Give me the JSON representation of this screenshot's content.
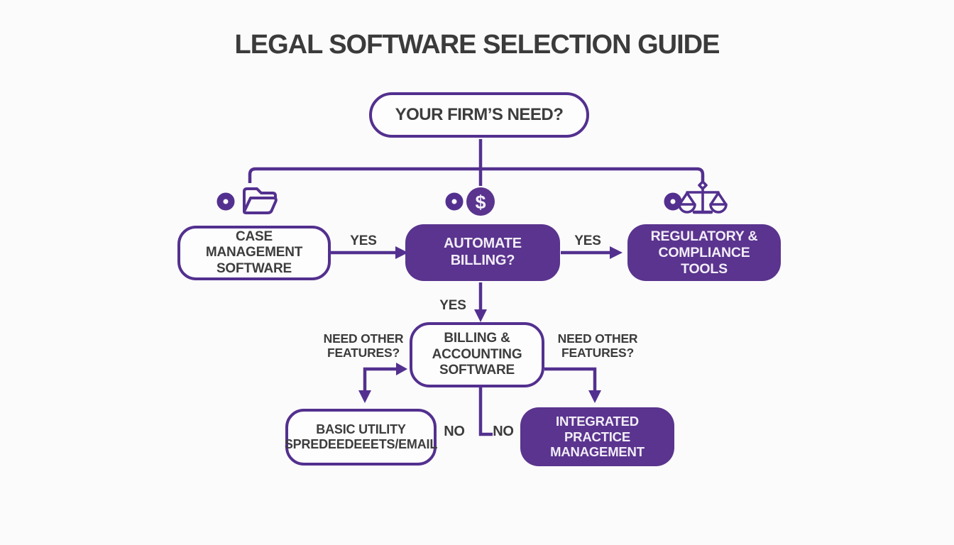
{
  "title": "LEGAL SOFTWARE SELECTION GUIDE",
  "root": {
    "label": "YOUR FIRM’S NEED?"
  },
  "nodes": {
    "case_management": {
      "label": "CASE MANAGEMENT SOFTWARE"
    },
    "automate_billing": {
      "label": "AUTOMATE BILLING?"
    },
    "regulatory_compliance": {
      "label": "REGULATORY & COMPLIANCE TOOLS"
    },
    "billing_accounting": {
      "label": "BILLING & ACCOUNTING SOFTWARE"
    },
    "basic_utility": {
      "label": "BASIC UTILITY SPREDEEDEEETS/EMAIL"
    },
    "integrated_practice": {
      "label": "INTEGRATED PRACTICE MANAGEMENT"
    }
  },
  "edges": {
    "yes_left": "YES",
    "yes_right": "YES",
    "yes_down": "YES",
    "need_other_left": "NEED OTHER FEATURES?",
    "need_other_right": "NEED OTHER FEATURES?",
    "no_left": "NO",
    "no_right": "NO"
  },
  "icons": {
    "dollar_symbol": "$"
  },
  "colors": {
    "purple_fill": "#5a348e",
    "purple_line": "#53308f",
    "dark_text": "#3c3c3c",
    "light_text": "#f2edf8",
    "background": "#fbfbfb"
  }
}
